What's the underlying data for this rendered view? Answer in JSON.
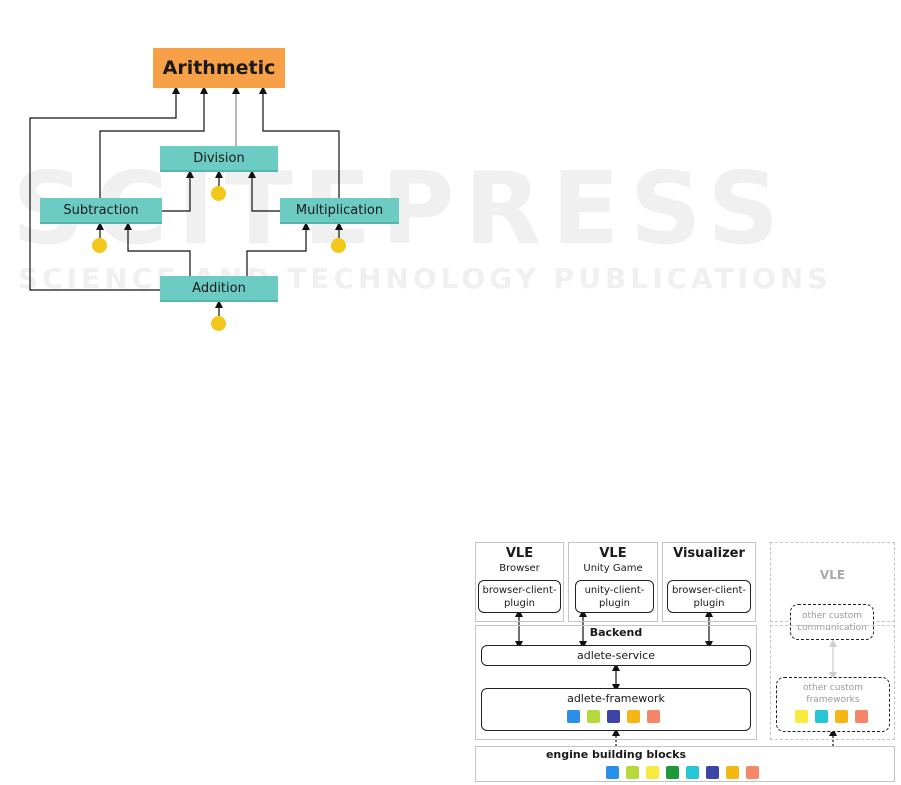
{
  "left_diagram": {
    "root": "Arithmetic",
    "nodes": {
      "division": "Division",
      "subtraction": "Subtraction",
      "multiplication": "Multiplication",
      "addition": "Addition"
    }
  },
  "watermark": {
    "main": "SCITEPRESS",
    "sub": "SCIENCE AND TECHNOLOGY PUBLICATIONS"
  },
  "right_diagram": {
    "vle_browser": {
      "title": "VLE",
      "subtitle": "Browser",
      "plugin_line1": "browser-client-",
      "plugin_line2": "plugin"
    },
    "vle_unity": {
      "title": "VLE",
      "subtitle": "Unity Game",
      "plugin_line1": "unity-client-",
      "plugin_line2": "plugin"
    },
    "visualizer": {
      "title": "Visualizer",
      "plugin_line1": "browser-client-",
      "plugin_line2": "plugin"
    },
    "vle_other": {
      "title": "VLE",
      "comm_line1": "other custom",
      "comm_line2": "communication"
    },
    "backend": {
      "title": "Backend",
      "service": "adlete-service",
      "framework": "adlete-framework"
    },
    "other_frameworks": {
      "line1": "other custom",
      "line2": "frameworks"
    },
    "engine": {
      "title": "engine building blocks"
    },
    "colors": {
      "blue": "#2b8fe8",
      "lime": "#b6d93c",
      "yellow": "#f6ea3c",
      "green": "#1c9a3a",
      "cyan": "#27c6d6",
      "indigo": "#3c44a8",
      "amber": "#f5b714",
      "salmon": "#f4866a"
    },
    "framework_blocks": [
      "blue",
      "lime",
      "indigo",
      "amber",
      "salmon"
    ],
    "other_framework_blocks": [
      "yellow",
      "cyan",
      "amber",
      "salmon"
    ],
    "engine_blocks": [
      "blue",
      "lime",
      "yellow",
      "green",
      "cyan",
      "indigo",
      "amber",
      "salmon"
    ]
  }
}
